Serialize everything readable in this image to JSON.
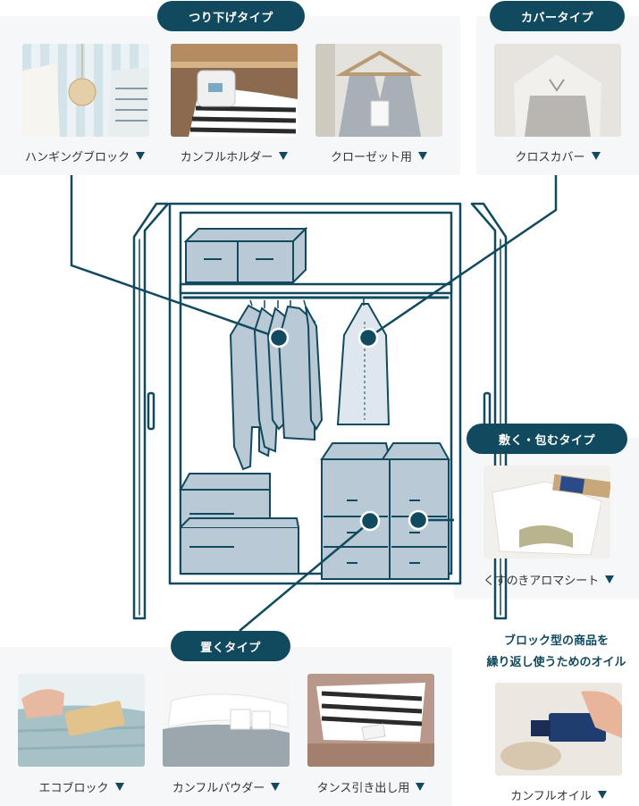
{
  "colors": {
    "accent": "#11495e",
    "panel_bg": "#f5f7f9",
    "illustration_fill": "#b9cad6"
  },
  "categories": {
    "hanging": {
      "title": "つり下げタイプ",
      "products": [
        {
          "label": "ハンギングブロック",
          "icon": "triangle-down-icon"
        },
        {
          "label": "カンフルホルダー",
          "icon": "triangle-down-icon"
        },
        {
          "label": "クローゼット用",
          "icon": "triangle-down-icon"
        }
      ]
    },
    "cover": {
      "title": "カバータイプ",
      "products": [
        {
          "label": "クロスカバー",
          "icon": "triangle-down-icon"
        }
      ]
    },
    "laying": {
      "title": "敷く・包むタイプ",
      "products": [
        {
          "label": "くすのきアロマシート",
          "icon": "triangle-down-icon"
        }
      ]
    },
    "placing": {
      "title": "置くタイプ",
      "products": [
        {
          "label": "エコブロック",
          "icon": "triangle-down-icon"
        },
        {
          "label": "カンフルパウダー",
          "icon": "triangle-down-icon"
        },
        {
          "label": "タンス引き出し用",
          "icon": "triangle-down-icon"
        }
      ]
    }
  },
  "refill": {
    "note_line1": "ブロック型の商品を",
    "note_line2": "繰り返し使うためのオイル",
    "product": {
      "label": "カンフルオイル",
      "icon": "triangle-down-icon"
    }
  }
}
